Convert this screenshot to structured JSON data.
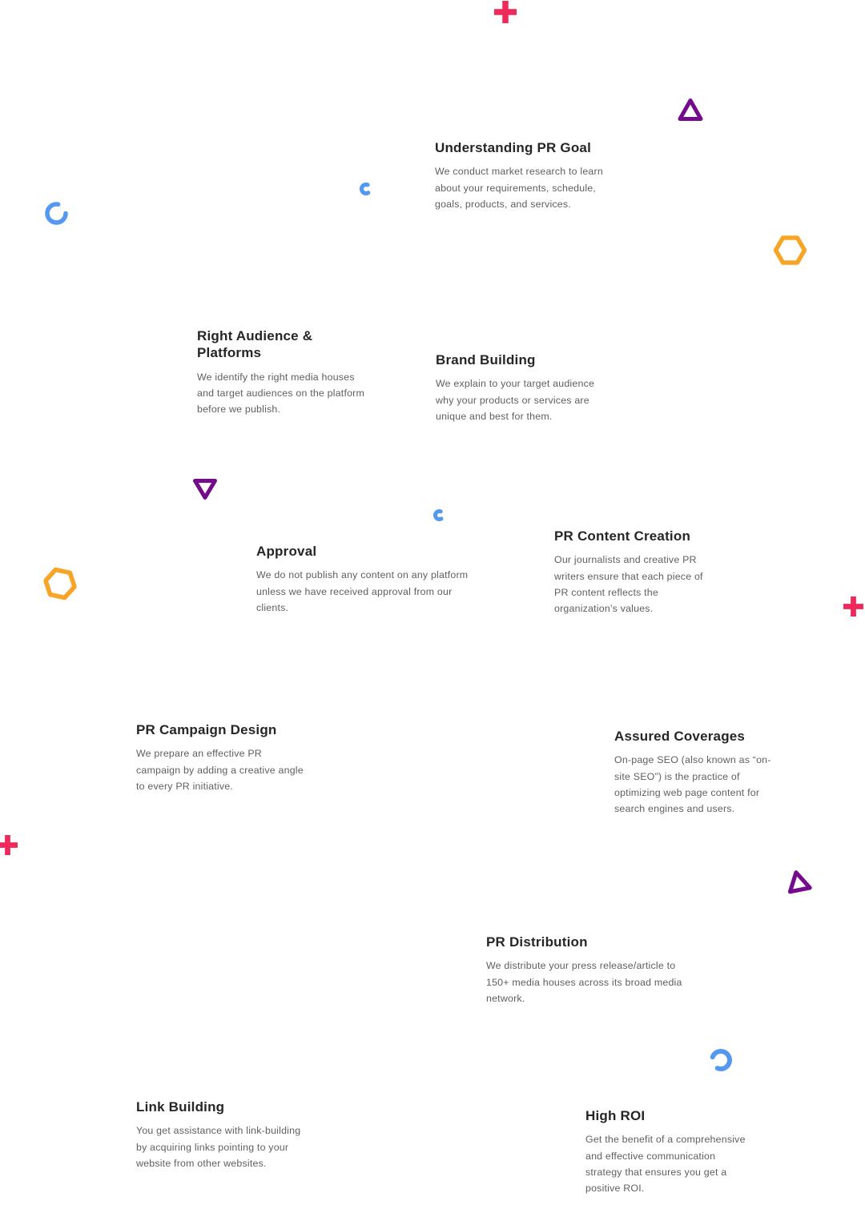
{
  "colors": {
    "accent_red": "#EE2A5A",
    "accent_purple": "#740B8D",
    "accent_orange": "#F8A527",
    "accent_blue": "#5598F0",
    "dash_dark": "#2E2E2E",
    "title_text": "#262626",
    "body_text": "#5F5F5F",
    "background": "#FFFFFF"
  },
  "steps": [
    {
      "title": "Understanding PR Goal",
      "body": "We conduct market research to learn about your requirements, schedule, goals, products, and services."
    },
    {
      "title": "Right Audience & Platforms",
      "body": "We identify the right media houses and target audiences on the platform before we publish."
    },
    {
      "title": "Brand Building",
      "body": "We explain to your target audience why your products or services are unique and best for them."
    },
    {
      "title": "Approval",
      "body": "We do not publish any content on any platform unless we have received approval from our clients."
    },
    {
      "title": "PR Content Creation",
      "body": "Our journalists and creative PR writers ensure that each piece of PR content reflects the organization’s values."
    },
    {
      "title": "PR Campaign Design",
      "body": "We prepare an effective PR campaign by adding a creative angle to every PR initiative."
    },
    {
      "title": "Assured Coverages",
      "body": "On-page SEO (also known as “on-site SEO”) is the practice of optimizing web page content for search engines and users."
    },
    {
      "title": "PR Distribution",
      "body": "We distribute your press release/article to 150+ media houses across its broad media network."
    },
    {
      "title": "Link Building",
      "body": "You get assistance with link-building by acquiring links pointing to your website from other websites."
    },
    {
      "title": "High ROI",
      "body": "Get the benefit of a comprehensive and effective communication strategy that ensures you get a positive ROI."
    }
  ],
  "decorations": [
    {
      "name": "plus-icon-top",
      "shape": "plus",
      "color": "#EE2A5A"
    },
    {
      "name": "triangle-up-icon-top-right",
      "shape": "triangle-up",
      "color": "#740B8D"
    },
    {
      "name": "arc-icon-small-upper",
      "shape": "arc",
      "color": "#5598F0"
    },
    {
      "name": "arc-icon-left",
      "shape": "arc",
      "color": "#5598F0"
    },
    {
      "name": "hexagon-icon-right",
      "shape": "hexagon",
      "color": "#F8A527"
    },
    {
      "name": "triangle-down-icon-mid-left",
      "shape": "triangle-down",
      "color": "#740B8D"
    },
    {
      "name": "arc-icon-small-mid",
      "shape": "arc",
      "color": "#5598F0"
    },
    {
      "name": "hexagon-icon-left",
      "shape": "hexagon",
      "color": "#F8A527"
    },
    {
      "name": "plus-icon-right",
      "shape": "plus",
      "color": "#EE2A5A"
    },
    {
      "name": "plus-icon-left",
      "shape": "plus",
      "color": "#EE2A5A"
    },
    {
      "name": "triangle-rotated-icon-bottom-right",
      "shape": "triangle-rotated",
      "color": "#740B8D"
    },
    {
      "name": "arc-icon-bottom",
      "shape": "arc",
      "color": "#5598F0"
    },
    {
      "name": "dash-icon",
      "shape": "dash",
      "color": "#2E2E2E"
    }
  ]
}
